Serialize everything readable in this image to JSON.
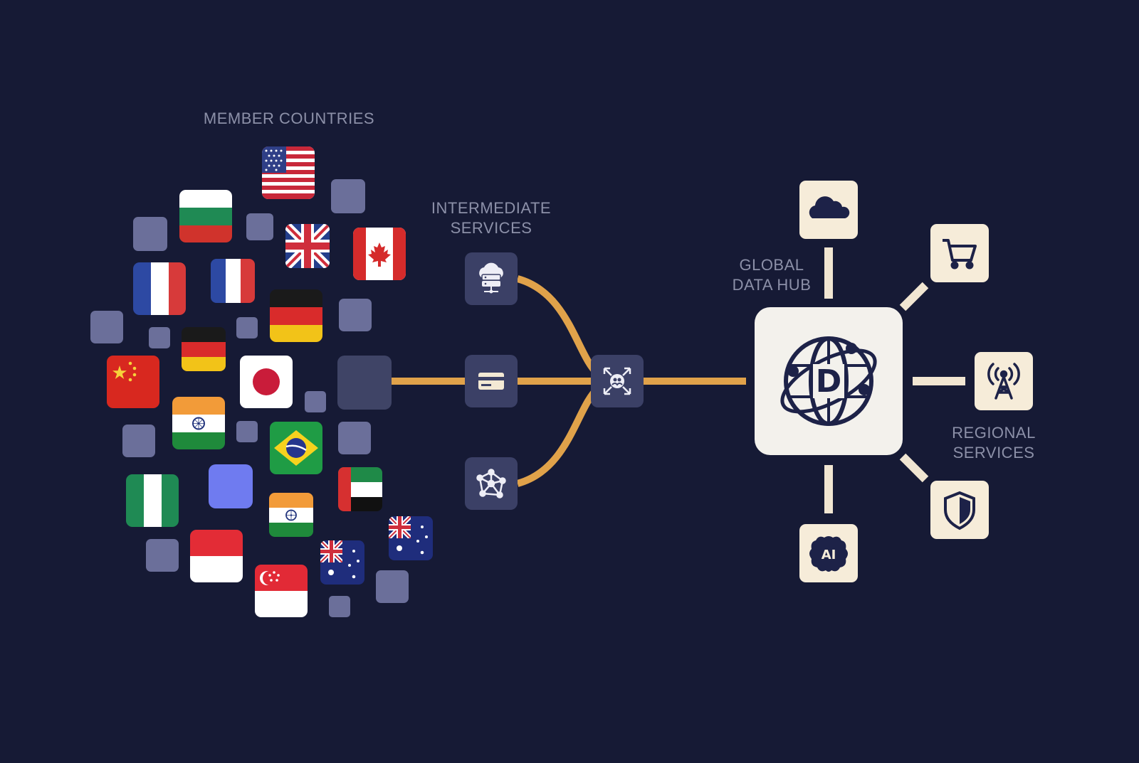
{
  "labels": {
    "member_countries": "MEMBER COUNTRIES",
    "intermediate_line1": "INTERMEDIATE",
    "intermediate_line2": "SERVICES",
    "hub_line1": "GLOBAL",
    "hub_line2": "DATA HUB",
    "regional_line1": "REGIONAL",
    "regional_line2": "SERVICES"
  },
  "hub_monogram": "D",
  "ai_badge_text": "AI",
  "colors": {
    "background": "#161a35",
    "connector": "#e0a24a",
    "service_tile": "#3b4066",
    "light_tile": "#f6ecd9",
    "hub_tile": "#f3f1ec",
    "placeholder_tile": "#6b6f9a",
    "highlight_tile": "#6f7bf0",
    "icon_dark": "#1d2248"
  },
  "flags": [
    {
      "country": "United States",
      "icon": "flag-us"
    },
    {
      "country": "Bulgaria",
      "icon": "flag-bulgaria"
    },
    {
      "country": "United Kingdom",
      "icon": "flag-uk"
    },
    {
      "country": "Canada",
      "icon": "flag-canada"
    },
    {
      "country": "France",
      "icon": "flag-france"
    },
    {
      "country": "Germany",
      "icon": "flag-germany"
    },
    {
      "country": "China",
      "icon": "flag-china"
    },
    {
      "country": "Japan",
      "icon": "flag-japan"
    },
    {
      "country": "India",
      "icon": "flag-india"
    },
    {
      "country": "Brazil",
      "icon": "flag-brazil"
    },
    {
      "country": "Nigeria",
      "icon": "flag-nigeria"
    },
    {
      "country": "United Arab Emirates",
      "icon": "flag-uae"
    },
    {
      "country": "Indonesia",
      "icon": "flag-indonesia"
    },
    {
      "country": "Singapore",
      "icon": "flag-singapore"
    },
    {
      "country": "Australia",
      "icon": "flag-australia"
    }
  ],
  "intermediate_services": [
    {
      "icon": "cloud-server-icon"
    },
    {
      "icon": "payment-card-icon"
    },
    {
      "icon": "network-mesh-icon"
    }
  ],
  "aggregator": {
    "icon": "user-group-expand-icon"
  },
  "hub": {
    "icon": "globe-data-hub-icon"
  },
  "regional_services": [
    {
      "icon": "cloud-icon"
    },
    {
      "icon": "shopping-cart-icon"
    },
    {
      "icon": "antenna-tower-icon"
    },
    {
      "icon": "shield-icon"
    },
    {
      "icon": "ai-brain-icon"
    }
  ]
}
